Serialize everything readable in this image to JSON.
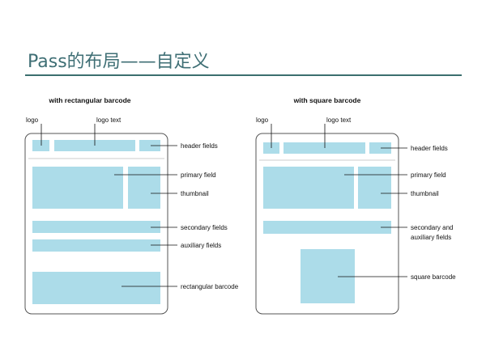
{
  "slide": {
    "title": "Pass的布局——自定义"
  },
  "left_pass": {
    "heading": "with rectangular barcode",
    "labels": {
      "logo": "logo",
      "logo_text": "logo text",
      "header_fields": "header fields",
      "primary_field": "primary field",
      "thumbnail": "thumbnail",
      "secondary_fields": "secondary fields",
      "auxiliary_fields": "auxiliary fields",
      "barcode": "rectangular barcode"
    }
  },
  "right_pass": {
    "heading": "with square barcode",
    "labels": {
      "logo": "logo",
      "logo_text": "logo text",
      "header_fields": "header fields",
      "primary_field": "primary field",
      "thumbnail": "thumbnail",
      "secondary_auxiliary_line1": "secondary and",
      "secondary_auxiliary_line2": "auxiliary fields",
      "barcode": "square barcode"
    }
  },
  "colors": {
    "title": "#3f6f75",
    "rule": "#3b6f6e",
    "field_fill": "#acdce9",
    "outline": "#555555",
    "separator": "#cccccc",
    "text": "#111111"
  }
}
